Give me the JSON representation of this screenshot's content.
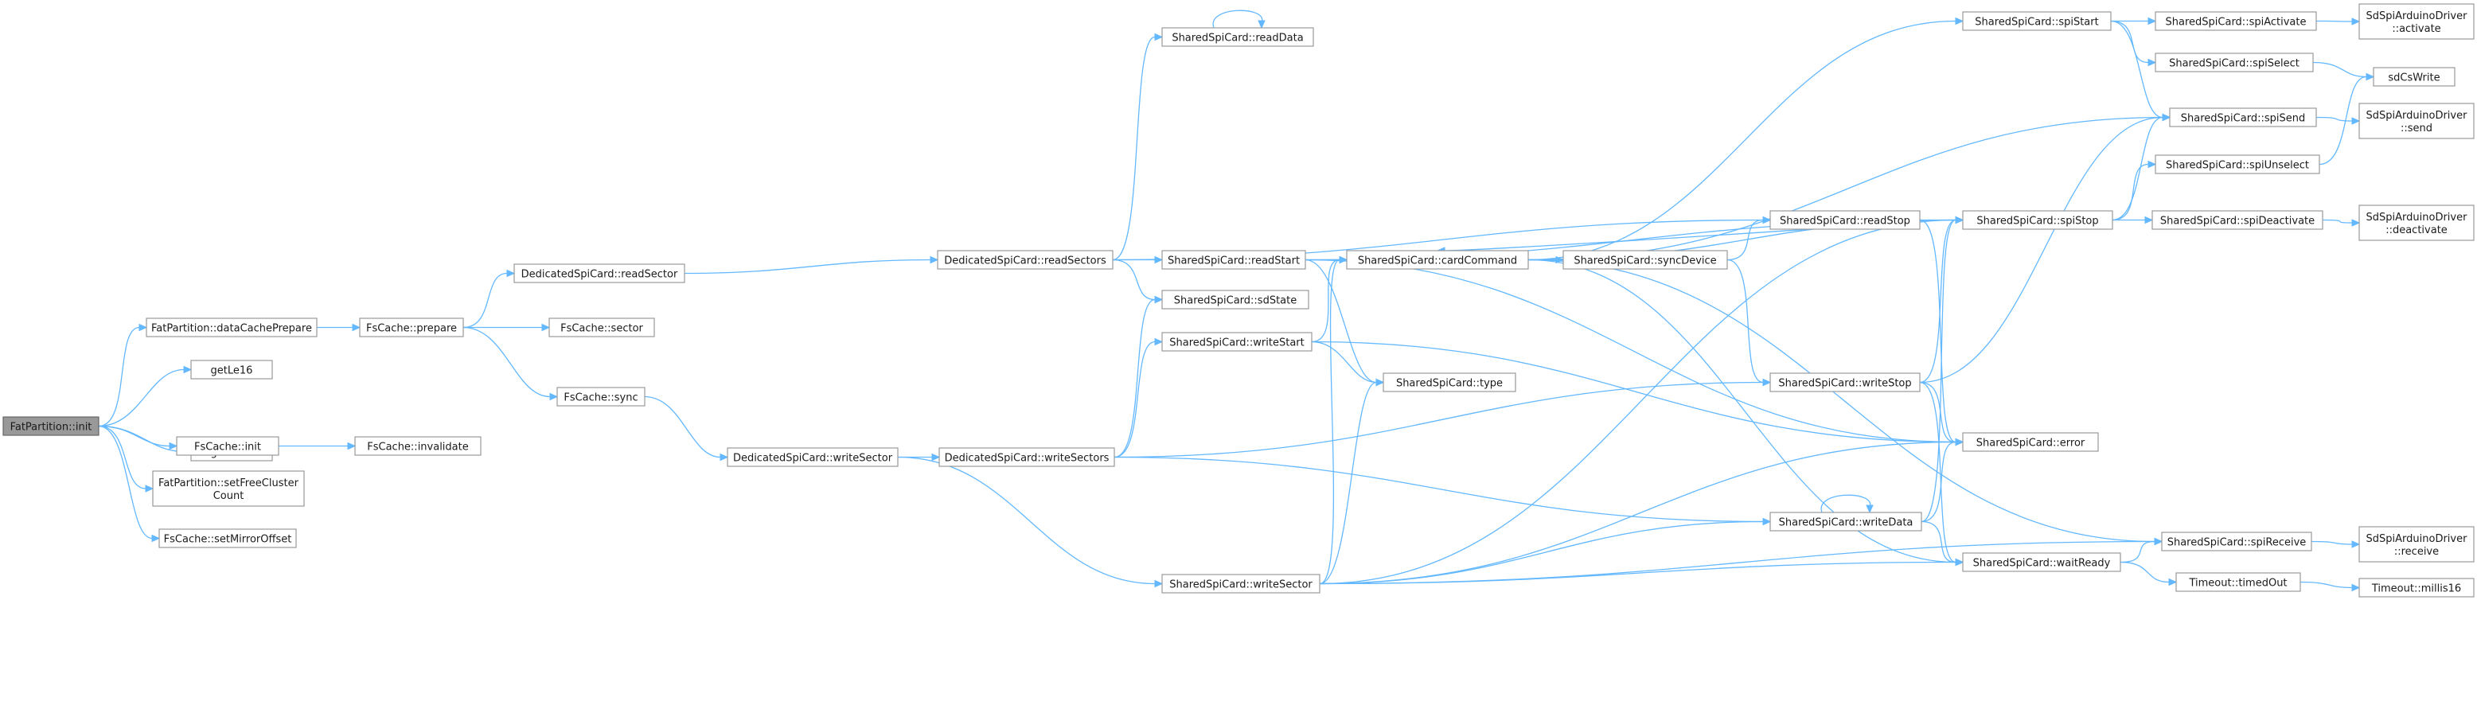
{
  "nodes": [
    {
      "id": "init",
      "lines": [
        "FatPartition::init"
      ],
      "root": true
    },
    {
      "id": "dcp",
      "lines": [
        "FatPartition::dataCachePrepare"
      ]
    },
    {
      "id": "le16",
      "lines": [
        "getLe16"
      ]
    },
    {
      "id": "le32",
      "lines": [
        "getLe32"
      ]
    },
    {
      "id": "fcinit",
      "lines": [
        "FsCache::init"
      ]
    },
    {
      "id": "sfcc",
      "lines": [
        "FatPartition::setFreeCluster",
        "Count"
      ]
    },
    {
      "id": "smo",
      "lines": [
        "FsCache::setMirrorOffset"
      ]
    },
    {
      "id": "prep",
      "lines": [
        "FsCache::prepare"
      ]
    },
    {
      "id": "inval",
      "lines": [
        "FsCache::invalidate"
      ]
    },
    {
      "id": "dsrs",
      "lines": [
        "DedicatedSpiCard::readSector"
      ]
    },
    {
      "id": "fsec",
      "lines": [
        "FsCache::sector"
      ]
    },
    {
      "id": "fsync",
      "lines": [
        "FsCache::sync"
      ]
    },
    {
      "id": "dsws",
      "lines": [
        "DedicatedSpiCard::writeSector"
      ]
    },
    {
      "id": "dsrss",
      "lines": [
        "DedicatedSpiCard::readSectors"
      ]
    },
    {
      "id": "dswss",
      "lines": [
        "DedicatedSpiCard::writeSectors"
      ]
    },
    {
      "id": "rdata",
      "lines": [
        "SharedSpiCard::readData"
      ]
    },
    {
      "id": "rstart",
      "lines": [
        "SharedSpiCard::readStart"
      ]
    },
    {
      "id": "sdstate",
      "lines": [
        "SharedSpiCard::sdState"
      ]
    },
    {
      "id": "wstart",
      "lines": [
        "SharedSpiCard::writeStart"
      ]
    },
    {
      "id": "wsector",
      "lines": [
        "SharedSpiCard::writeSector"
      ]
    },
    {
      "id": "ccmd",
      "lines": [
        "SharedSpiCard::cardCommand"
      ]
    },
    {
      "id": "type",
      "lines": [
        "SharedSpiCard::type"
      ]
    },
    {
      "id": "syncdev",
      "lines": [
        "SharedSpiCard::syncDevice"
      ]
    },
    {
      "id": "rstop",
      "lines": [
        "SharedSpiCard::readStop"
      ]
    },
    {
      "id": "wstop",
      "lines": [
        "SharedSpiCard::writeStop"
      ]
    },
    {
      "id": "wdata",
      "lines": [
        "SharedSpiCard::writeData"
      ]
    },
    {
      "id": "spistart",
      "lines": [
        "SharedSpiCard::spiStart"
      ]
    },
    {
      "id": "spistop",
      "lines": [
        "SharedSpiCard::spiStop"
      ]
    },
    {
      "id": "error",
      "lines": [
        "SharedSpiCard::error"
      ]
    },
    {
      "id": "wready",
      "lines": [
        "SharedSpiCard::waitReady"
      ]
    },
    {
      "id": "spiact",
      "lines": [
        "SharedSpiCard::spiActivate"
      ]
    },
    {
      "id": "spisel",
      "lines": [
        "SharedSpiCard::spiSelect"
      ]
    },
    {
      "id": "spisend",
      "lines": [
        "SharedSpiCard::spiSend"
      ]
    },
    {
      "id": "spiunsel",
      "lines": [
        "SharedSpiCard::spiUnselect"
      ]
    },
    {
      "id": "spideact",
      "lines": [
        "SharedSpiCard::spiDeactivate"
      ]
    },
    {
      "id": "spirecv",
      "lines": [
        "SharedSpiCard::spiReceive"
      ]
    },
    {
      "id": "timedout",
      "lines": [
        "Timeout::timedOut"
      ]
    },
    {
      "id": "drvact",
      "lines": [
        "SdSpiArduinoDriver",
        "::activate"
      ]
    },
    {
      "id": "sdcs",
      "lines": [
        "sdCsWrite"
      ]
    },
    {
      "id": "drvsend",
      "lines": [
        "SdSpiArduinoDriver",
        "::send"
      ]
    },
    {
      "id": "drvdeact",
      "lines": [
        "SdSpiArduinoDriver",
        "::deactivate"
      ]
    },
    {
      "id": "drvrecv",
      "lines": [
        "SdSpiArduinoDriver",
        "::receive"
      ]
    },
    {
      "id": "millis",
      "lines": [
        "Timeout::millis16"
      ]
    }
  ],
  "edges": [
    [
      "init",
      "dcp"
    ],
    [
      "init",
      "le16"
    ],
    [
      "init",
      "le32"
    ],
    [
      "init",
      "fcinit"
    ],
    [
      "init",
      "sfcc"
    ],
    [
      "init",
      "smo"
    ],
    [
      "dcp",
      "prep"
    ],
    [
      "fcinit",
      "inval"
    ],
    [
      "prep",
      "dsrs"
    ],
    [
      "prep",
      "fsec"
    ],
    [
      "prep",
      "fsync"
    ],
    [
      "dsrs",
      "dsrss"
    ],
    [
      "fsync",
      "dsws"
    ],
    [
      "dsws",
      "dswss"
    ],
    [
      "dsws",
      "wsector"
    ],
    [
      "dsrss",
      "rdata"
    ],
    [
      "dsrss",
      "rstart"
    ],
    [
      "dsrss",
      "sdstate"
    ],
    [
      "dsrss",
      "rstop"
    ],
    [
      "dswss",
      "sdstate"
    ],
    [
      "dswss",
      "wstart"
    ],
    [
      "dswss",
      "wstop"
    ],
    [
      "dswss",
      "wdata"
    ],
    [
      "rdata",
      "rdata"
    ],
    [
      "rstart",
      "ccmd"
    ],
    [
      "rstart",
      "type"
    ],
    [
      "rstart",
      "spistop"
    ],
    [
      "rstart",
      "error"
    ],
    [
      "wstart",
      "ccmd"
    ],
    [
      "wstart",
      "type"
    ],
    [
      "wstart",
      "error"
    ],
    [
      "wsector",
      "ccmd"
    ],
    [
      "wsector",
      "type"
    ],
    [
      "wsector",
      "wdata"
    ],
    [
      "wsector",
      "spistop"
    ],
    [
      "wsector",
      "error"
    ],
    [
      "wsector",
      "wready"
    ],
    [
      "wsector",
      "spirecv"
    ],
    [
      "ccmd",
      "syncdev"
    ],
    [
      "ccmd",
      "spistart"
    ],
    [
      "ccmd",
      "spistop"
    ],
    [
      "ccmd",
      "spisend"
    ],
    [
      "ccmd",
      "spirecv"
    ],
    [
      "ccmd",
      "wready"
    ],
    [
      "syncdev",
      "rstop"
    ],
    [
      "syncdev",
      "wstop"
    ],
    [
      "rstop",
      "ccmd"
    ],
    [
      "rstop",
      "spistop"
    ],
    [
      "rstop",
      "error"
    ],
    [
      "wstop",
      "spistop"
    ],
    [
      "wstop",
      "error"
    ],
    [
      "wstop",
      "wready"
    ],
    [
      "wstop",
      "spisend"
    ],
    [
      "wdata",
      "wdata"
    ],
    [
      "wdata",
      "spistop"
    ],
    [
      "wdata",
      "error"
    ],
    [
      "wdata",
      "wready"
    ],
    [
      "wready",
      "spirecv"
    ],
    [
      "wready",
      "timedout"
    ],
    [
      "spistart",
      "spiact"
    ],
    [
      "spistart",
      "spisel"
    ],
    [
      "spistart",
      "spisend"
    ],
    [
      "spistop",
      "spisend"
    ],
    [
      "spistop",
      "spiunsel"
    ],
    [
      "spistop",
      "spideact"
    ],
    [
      "spiact",
      "drvact"
    ],
    [
      "spisel",
      "sdcs"
    ],
    [
      "spisend",
      "drvsend"
    ],
    [
      "spiunsel",
      "sdcs"
    ],
    [
      "spideact",
      "drvdeact"
    ],
    [
      "spirecv",
      "drvrecv"
    ],
    [
      "timedout",
      "millis"
    ]
  ]
}
